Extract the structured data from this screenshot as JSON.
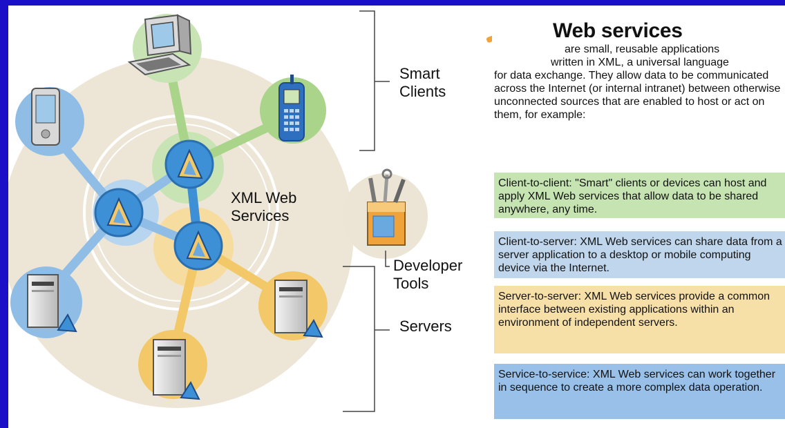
{
  "diagram": {
    "hub_label": "XML Web Services",
    "callouts": {
      "smart_clients": "Smart Clients",
      "developer_tools": "Developer Tools",
      "servers": "Servers"
    }
  },
  "panel": {
    "title": "Web services",
    "intro_line1": "are small, reusable applications",
    "intro_line2": "written in XML, a universal language",
    "intro_rest": "for data exchange. They allow data to be communicated across the Internet (or internal intranet) between otherwise unconnected sources that are enabled to host or act on them, for example:",
    "boxes": [
      {
        "text": "Client-to-client:  \"Smart\" clients or devices can host and apply XML Web services that allow data to be shared anywhere, any time.",
        "color": "#c6e4b2"
      },
      {
        "text": "Client-to-server:  XML Web services can share data from a server application to a desktop or mobile computing device via the Internet.",
        "color": "#bfd6ec"
      },
      {
        "text": "Server-to-server:  XML Web services provide a common interface between existing applications within an environment of independent servers.",
        "color": "#f7dfa8"
      },
      {
        "text": "Service-to-service: XML Web services can work together in sequence to create a more complex data operation.",
        "color": "#98c0e9"
      }
    ]
  },
  "colors": {
    "frame": "#1a10c8",
    "outer_circle": "#ede6d6",
    "green": "#a9d48a",
    "blue": "#8fbde6",
    "orange": "#f3c868",
    "hub": "#3d8fd6"
  },
  "icons": {
    "hub_nodes": "xml-web-service-icon",
    "pda": "pda-icon",
    "desktop": "desktop-computer-icon",
    "phone": "mobile-phone-icon",
    "toolbox": "developer-toolbox-icon",
    "server": "server-icon"
  }
}
